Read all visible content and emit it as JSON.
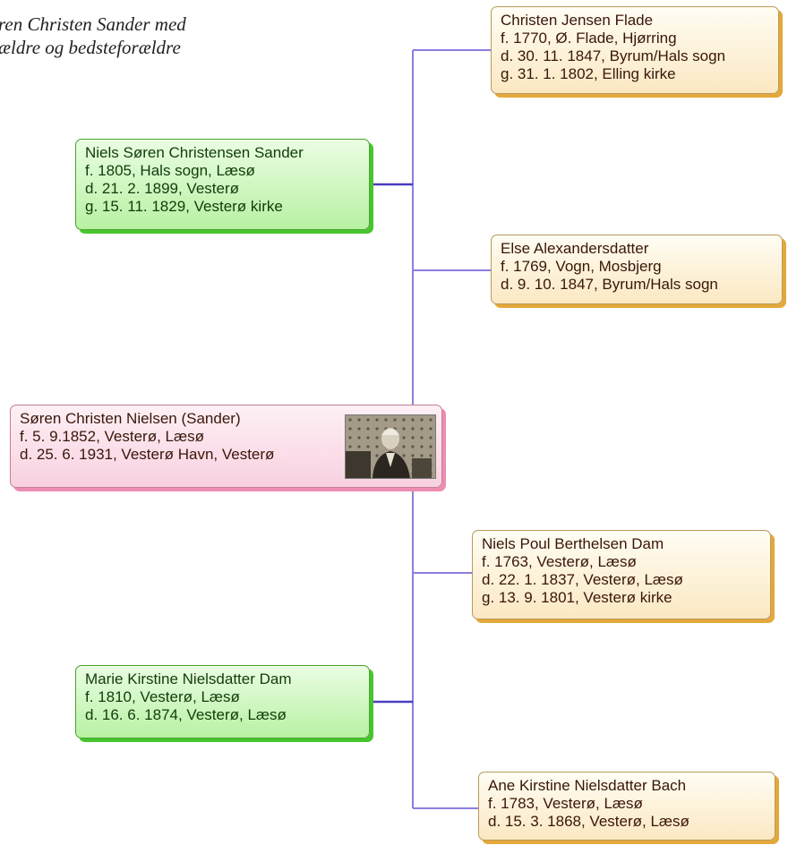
{
  "title": {
    "line1": "ren Christen Sander med",
    "line2": "ældre og bedsteforældre"
  },
  "colors": {
    "connector": "#8a7fe0",
    "connector_dark": "#4a3dc0",
    "father_side_box": "#b8f1a3",
    "grandparent_box": "#fbe8c2",
    "root_box": "#f8d1e0"
  },
  "persons": {
    "root": {
      "name": "Søren Christen Nielsen (Sander)",
      "born": "f. 5. 9.1852, Vesterø, Læsø",
      "died": "d. 25. 6. 1931, Vesterø Havn, Vesterø"
    },
    "father": {
      "name": "Niels Søren Christensen Sander",
      "born": "f. 1805, Hals sogn, Læsø",
      "died": "d. 21. 2. 1899, Vesterø",
      "married": "g. 15. 11. 1829, Vesterø kirke"
    },
    "mother": {
      "name": "Marie Kirstine Nielsdatter Dam",
      "born": "f. 1810, Vesterø, Læsø",
      "died": "d. 16. 6. 1874, Vesterø, Læsø"
    },
    "paternal_grandfather": {
      "name": "Christen Jensen Flade",
      "born": "f. 1770,  Ø. Flade, Hjørring",
      "died": "d. 30. 11. 1847, Byrum/Hals sogn",
      "married": "g. 31. 1. 1802, Elling kirke"
    },
    "paternal_grandmother": {
      "name": "Else Alexandersdatter",
      "born": "f. 1769, Vogn, Mosbjerg",
      "died": "d. 9. 10. 1847, Byrum/Hals sogn"
    },
    "maternal_grandfather": {
      "name": "Niels Poul Berthelsen Dam",
      "born": "f. 1763, Vesterø, Læsø",
      "died": "d. 22. 1. 1837, Vesterø, Læsø",
      "married": "g. 13. 9. 1801, Vesterø kirke"
    },
    "maternal_grandmother": {
      "name": "Ane Kirstine Nielsdatter Bach",
      "born": "f. 1783, Vesterø, Læsø",
      "died": "d. 15. 3. 1868, Vesterø, Læsø"
    }
  }
}
